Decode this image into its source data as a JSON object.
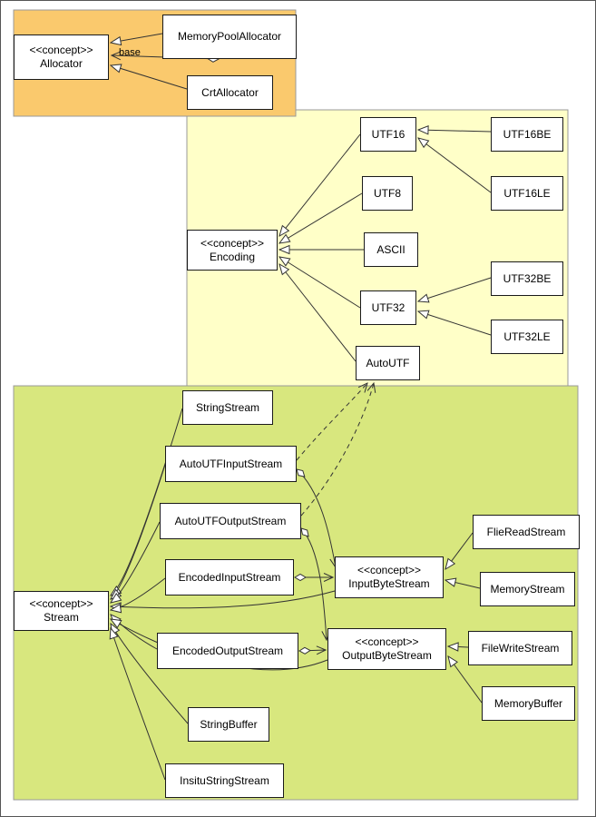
{
  "colors": {
    "allocator_group": "#FAC96D",
    "encoding_group": "#FFFFC8",
    "stream_group": "#D8E77E",
    "node_fill": "#FFFFFF",
    "node_border": "#1A1A1A",
    "edge": "#333333"
  },
  "nodes": {
    "memory_pool_allocator": "MemoryPoolAllocator",
    "allocator": "<<concept>>\nAllocator",
    "crt_allocator": "CrtAllocator",
    "encoding": "<<concept>>\nEncoding",
    "utf16": "UTF16",
    "utf8": "UTF8",
    "ascii": "ASCII",
    "utf32": "UTF32",
    "auto_utf": "AutoUTF",
    "utf16be": "UTF16BE",
    "utf16le": "UTF16LE",
    "utf32be": "UTF32BE",
    "utf32le": "UTF32LE",
    "string_stream": "StringStream",
    "auto_utf_input_stream": "AutoUTFInputStream",
    "auto_utf_output_stream": "AutoUTFOutputStream",
    "encoded_input_stream": "EncodedInputStream",
    "encoded_output_stream": "EncodedOutputStream",
    "string_buffer": "StringBuffer",
    "insitu_string_stream": "InsituStringStream",
    "stream": "<<concept>>\nStream",
    "input_byte_stream": "<<concept>>\nInputByteStream",
    "output_byte_stream": "<<concept>>\nOutputByteStream",
    "flie_read_stream": "FlieReadStream",
    "memory_stream": "MemoryStream",
    "file_write_stream": "FileWriteStream",
    "memory_buffer": "MemoryBuffer"
  },
  "edge_labels": {
    "base": "base"
  },
  "relations": [
    {
      "from": "MemoryPoolAllocator",
      "to": "Allocator",
      "type": "generalization"
    },
    {
      "from": "MemoryPoolAllocator",
      "to": "Allocator",
      "type": "aggregation",
      "label": "base"
    },
    {
      "from": "CrtAllocator",
      "to": "Allocator",
      "type": "generalization"
    },
    {
      "from": "UTF16",
      "to": "Encoding",
      "type": "generalization"
    },
    {
      "from": "UTF8",
      "to": "Encoding",
      "type": "generalization"
    },
    {
      "from": "ASCII",
      "to": "Encoding",
      "type": "generalization"
    },
    {
      "from": "UTF32",
      "to": "Encoding",
      "type": "generalization"
    },
    {
      "from": "AutoUTF",
      "to": "Encoding",
      "type": "generalization"
    },
    {
      "from": "UTF16BE",
      "to": "UTF16",
      "type": "generalization"
    },
    {
      "from": "UTF16LE",
      "to": "UTF16",
      "type": "generalization"
    },
    {
      "from": "UTF32BE",
      "to": "UTF32",
      "type": "generalization"
    },
    {
      "from": "UTF32LE",
      "to": "UTF32",
      "type": "generalization"
    },
    {
      "from": "StringStream",
      "to": "Stream",
      "type": "generalization"
    },
    {
      "from": "AutoUTFInputStream",
      "to": "Stream",
      "type": "generalization"
    },
    {
      "from": "AutoUTFOutputStream",
      "to": "Stream",
      "type": "generalization"
    },
    {
      "from": "EncodedInputStream",
      "to": "Stream",
      "type": "generalization"
    },
    {
      "from": "EncodedOutputStream",
      "to": "Stream",
      "type": "generalization"
    },
    {
      "from": "StringBuffer",
      "to": "Stream",
      "type": "generalization"
    },
    {
      "from": "InsituStringStream",
      "to": "Stream",
      "type": "generalization"
    },
    {
      "from": "InputByteStream",
      "to": "Stream",
      "type": "generalization"
    },
    {
      "from": "OutputByteStream",
      "to": "Stream",
      "type": "generalization"
    },
    {
      "from": "AutoUTFInputStream",
      "to": "AutoUTF",
      "type": "dependency"
    },
    {
      "from": "AutoUTFOutputStream",
      "to": "AutoUTF",
      "type": "dependency"
    },
    {
      "from": "AutoUTFInputStream",
      "to": "InputByteStream",
      "type": "aggregation"
    },
    {
      "from": "EncodedInputStream",
      "to": "InputByteStream",
      "type": "aggregation"
    },
    {
      "from": "AutoUTFOutputStream",
      "to": "OutputByteStream",
      "type": "aggregation"
    },
    {
      "from": "EncodedOutputStream",
      "to": "OutputByteStream",
      "type": "aggregation"
    },
    {
      "from": "FlieReadStream",
      "to": "InputByteStream",
      "type": "generalization"
    },
    {
      "from": "MemoryStream",
      "to": "InputByteStream",
      "type": "generalization"
    },
    {
      "from": "FileWriteStream",
      "to": "OutputByteStream",
      "type": "generalization"
    },
    {
      "from": "MemoryBuffer",
      "to": "OutputByteStream",
      "type": "generalization"
    }
  ]
}
